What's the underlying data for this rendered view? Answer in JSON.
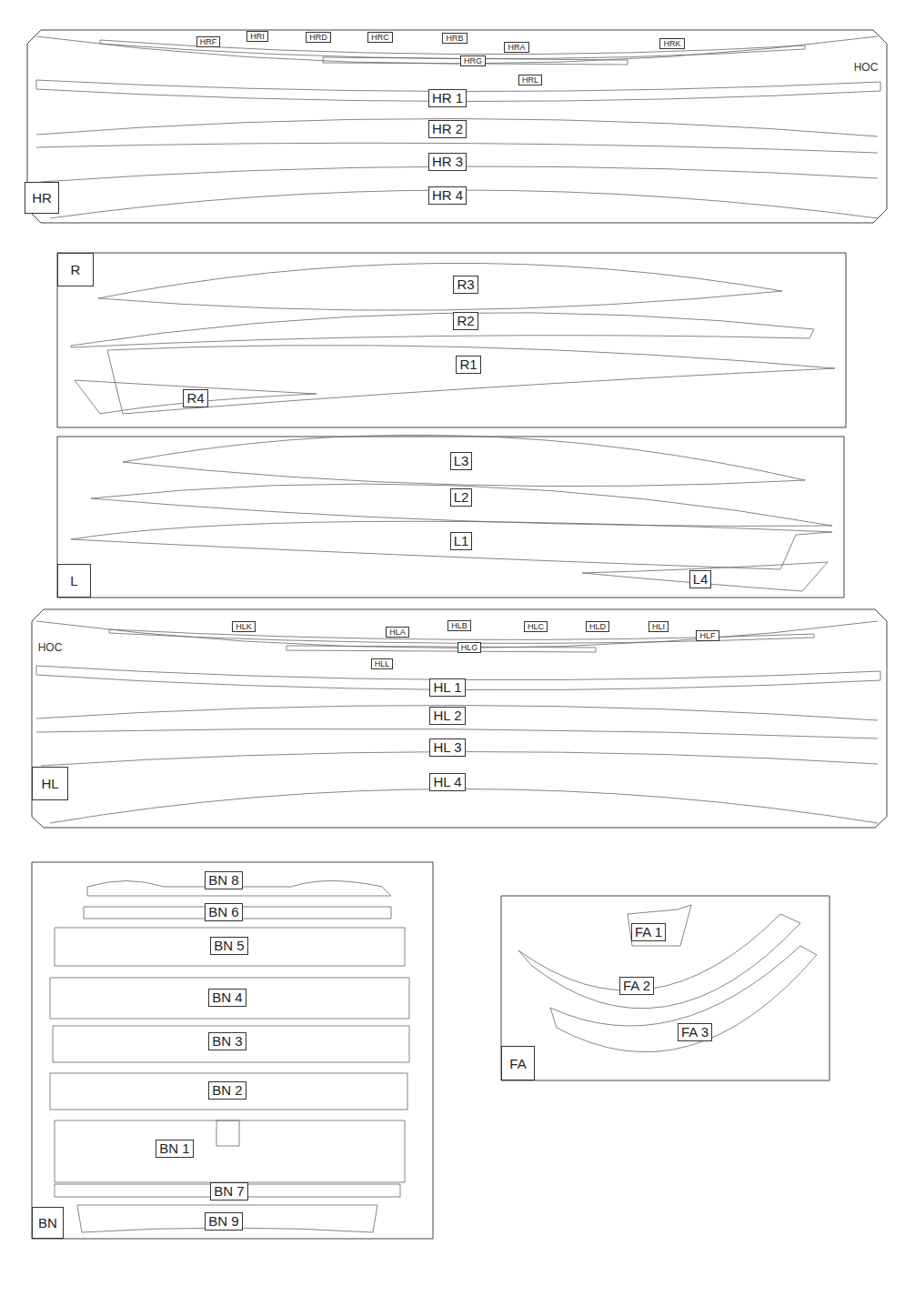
{
  "diagram": {
    "nodes": [
      {
        "text": [
          "HR"
        ]
      },
      {
        "text": [
          "HRF"
        ],
        "in": 0
      },
      {
        "text": [
          "HRI"
        ],
        "in": 0
      },
      {
        "text": [
          "HRD"
        ],
        "in": 0
      },
      {
        "text": [
          "HRC"
        ],
        "in": 0
      },
      {
        "text": [
          "HRB"
        ],
        "in": 0
      },
      {
        "text": [
          "HRA"
        ],
        "in": 0
      },
      {
        "text": [
          "HRK"
        ],
        "in": 0
      },
      {
        "text": [
          "HRG"
        ],
        "in": 0
      },
      {
        "text": [
          "HRL"
        ],
        "in": 0
      },
      {
        "text": [
          "HR 1"
        ],
        "in": 0
      },
      {
        "text": [
          "HR 2"
        ],
        "in": 0
      },
      {
        "text": [
          "HR 3"
        ],
        "in": 0
      },
      {
        "text": [
          "HR 4"
        ],
        "in": 0
      },
      {
        "text": [
          "R"
        ]
      },
      {
        "text": [
          "R3"
        ],
        "in": 14
      },
      {
        "text": [
          "R2"
        ],
        "in": 14
      },
      {
        "text": [
          "R1"
        ],
        "in": 14
      },
      {
        "text": [
          "R4"
        ],
        "in": 14
      },
      {
        "text": [
          "L"
        ]
      },
      {
        "text": [
          "L3"
        ],
        "in": 19
      },
      {
        "text": [
          "L2"
        ],
        "in": 19
      },
      {
        "text": [
          "L1"
        ],
        "in": 19
      },
      {
        "text": [
          "L4"
        ],
        "in": 19
      },
      {
        "text": [
          "HL"
        ]
      },
      {
        "text": [
          "HLK"
        ],
        "in": 24
      },
      {
        "text": [
          "HLA"
        ],
        "in": 24
      },
      {
        "text": [
          "HLB"
        ],
        "in": 24
      },
      {
        "text": [
          "HLC"
        ],
        "in": 24
      },
      {
        "text": [
          "HLD"
        ],
        "in": 24
      },
      {
        "text": [
          "HLI"
        ],
        "in": 24
      },
      {
        "text": [
          "HLF"
        ],
        "in": 24
      },
      {
        "text": [
          "HLG"
        ],
        "in": 24
      },
      {
        "text": [
          "HLL"
        ],
        "in": 24
      },
      {
        "text": [
          "HL 1"
        ],
        "in": 24
      },
      {
        "text": [
          "HL 2"
        ],
        "in": 24
      },
      {
        "text": [
          "HL 3"
        ],
        "in": 24
      },
      {
        "text": [
          "HL 4"
        ],
        "in": 24
      },
      {
        "text": [
          "BN"
        ]
      },
      {
        "text": [
          "BN 8"
        ],
        "in": 38
      },
      {
        "text": [
          "BN 6"
        ],
        "in": 38
      },
      {
        "text": [
          "BN 5"
        ],
        "in": 38
      },
      {
        "text": [
          "BN 4"
        ],
        "in": 38
      },
      {
        "text": [
          "BN 3"
        ],
        "in": 38
      },
      {
        "text": [
          "BN 2"
        ],
        "in": 38
      },
      {
        "text": [
          "BN 1"
        ],
        "in": 38
      },
      {
        "text": [
          "BN 7"
        ],
        "in": 38
      },
      {
        "text": [
          "BN 9"
        ],
        "in": 38
      },
      {
        "text": [
          "FA"
        ]
      },
      {
        "text": [
          "FA 1"
        ],
        "in": 48
      },
      {
        "text": [
          "FA 2"
        ],
        "in": 48
      },
      {
        "text": [
          "FA 3"
        ],
        "in": 48
      }
    ],
    "labels": [
      "HOC",
      "HOC"
    ]
  }
}
